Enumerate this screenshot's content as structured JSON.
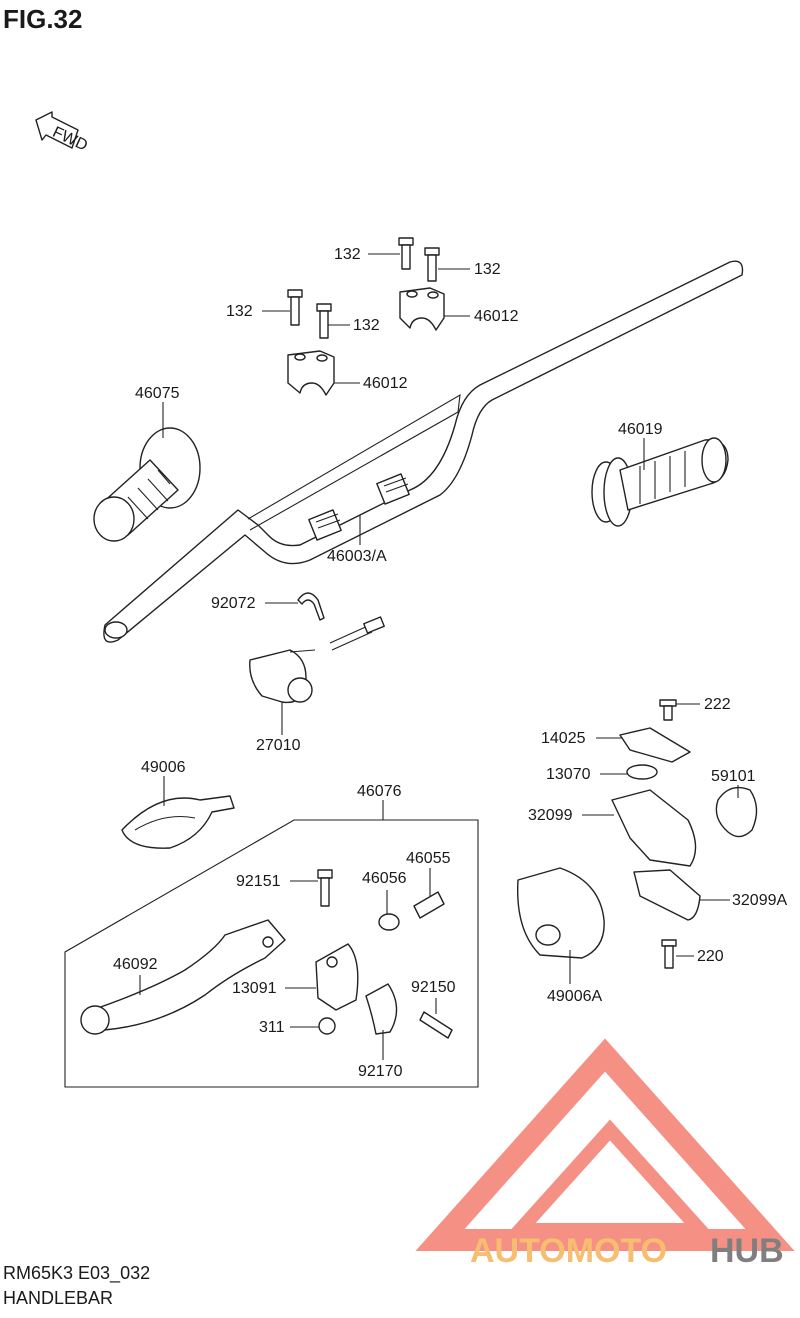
{
  "figure": {
    "title": "FIG.32",
    "fwd_label": "FWD",
    "model_code": "RM65K3 E03_032",
    "section_name": "HANDLEBAR"
  },
  "parts": {
    "bolt_132_a": "132",
    "bolt_132_b": "132",
    "bolt_132_c": "132",
    "bolt_132_d": "132",
    "holder_46012_upper": "46012",
    "holder_46012_lower": "46012",
    "grip_46075": "46075",
    "grip_46019": "46019",
    "handlebar_46003": "46003/A",
    "clamp_92072": "92072",
    "switch_27010": "27010",
    "screw_222": "222",
    "plate_14025": "14025",
    "boot_59101": "59101",
    "band_13070": "13070",
    "case_32099": "32099",
    "case_32099a": "32099A",
    "screw_220": "220",
    "cover_49006": "49006",
    "cover_49006a": "49006A",
    "lever_assy_46076": "46076",
    "bolt_92151": "92151",
    "nut_46056": "46056",
    "adjuster_46055": "46055",
    "lever_46092": "46092",
    "holder_13091": "13091",
    "bolt_92150": "92150",
    "nut_311": "311",
    "clamp_92170": "92170"
  },
  "watermark": {
    "brand_part1": "AUTOMOTO",
    "brand_part2": "HUB",
    "color_primary": "#f26b5b",
    "color_secondary": "#555555",
    "color_text_orange": "#f5a742"
  }
}
